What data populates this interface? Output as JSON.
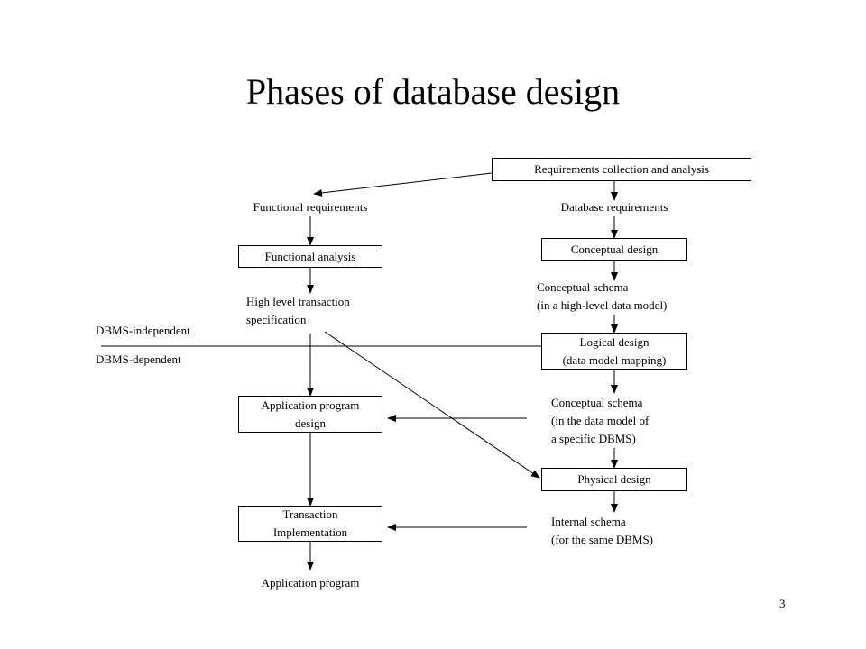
{
  "title": "Phases of database design",
  "page_number": "3",
  "boxes": {
    "requirements": "Requirements collection and analysis",
    "functional_analysis": "Functional analysis",
    "conceptual_design": "Conceptual design",
    "logical_design_line1": "Logical design",
    "logical_design_line2": "(data model mapping)",
    "app_program_design_line1": "Application program",
    "app_program_design_line2": "design",
    "physical_design": "Physical design",
    "transaction_impl_line1": "Transaction",
    "transaction_impl_line2": "Implementation"
  },
  "labels": {
    "functional_requirements": "Functional requirements",
    "database_requirements": "Database requirements",
    "high_level_line1": "High level transaction",
    "high_level_line2": "specification",
    "conceptual_schema_line1": "Conceptual schema",
    "conceptual_schema_line2": "(in a high-level data model)",
    "dbms_independent": "DBMS-independent",
    "dbms_dependent": "DBMS-dependent",
    "conceptual_schema2_line1": "Conceptual schema",
    "conceptual_schema2_line2": "(in the data model of",
    "conceptual_schema2_line3": "a specific DBMS)",
    "internal_schema_line1": "Internal schema",
    "internal_schema_line2": "(for the same DBMS)",
    "application_program": "Application program"
  }
}
